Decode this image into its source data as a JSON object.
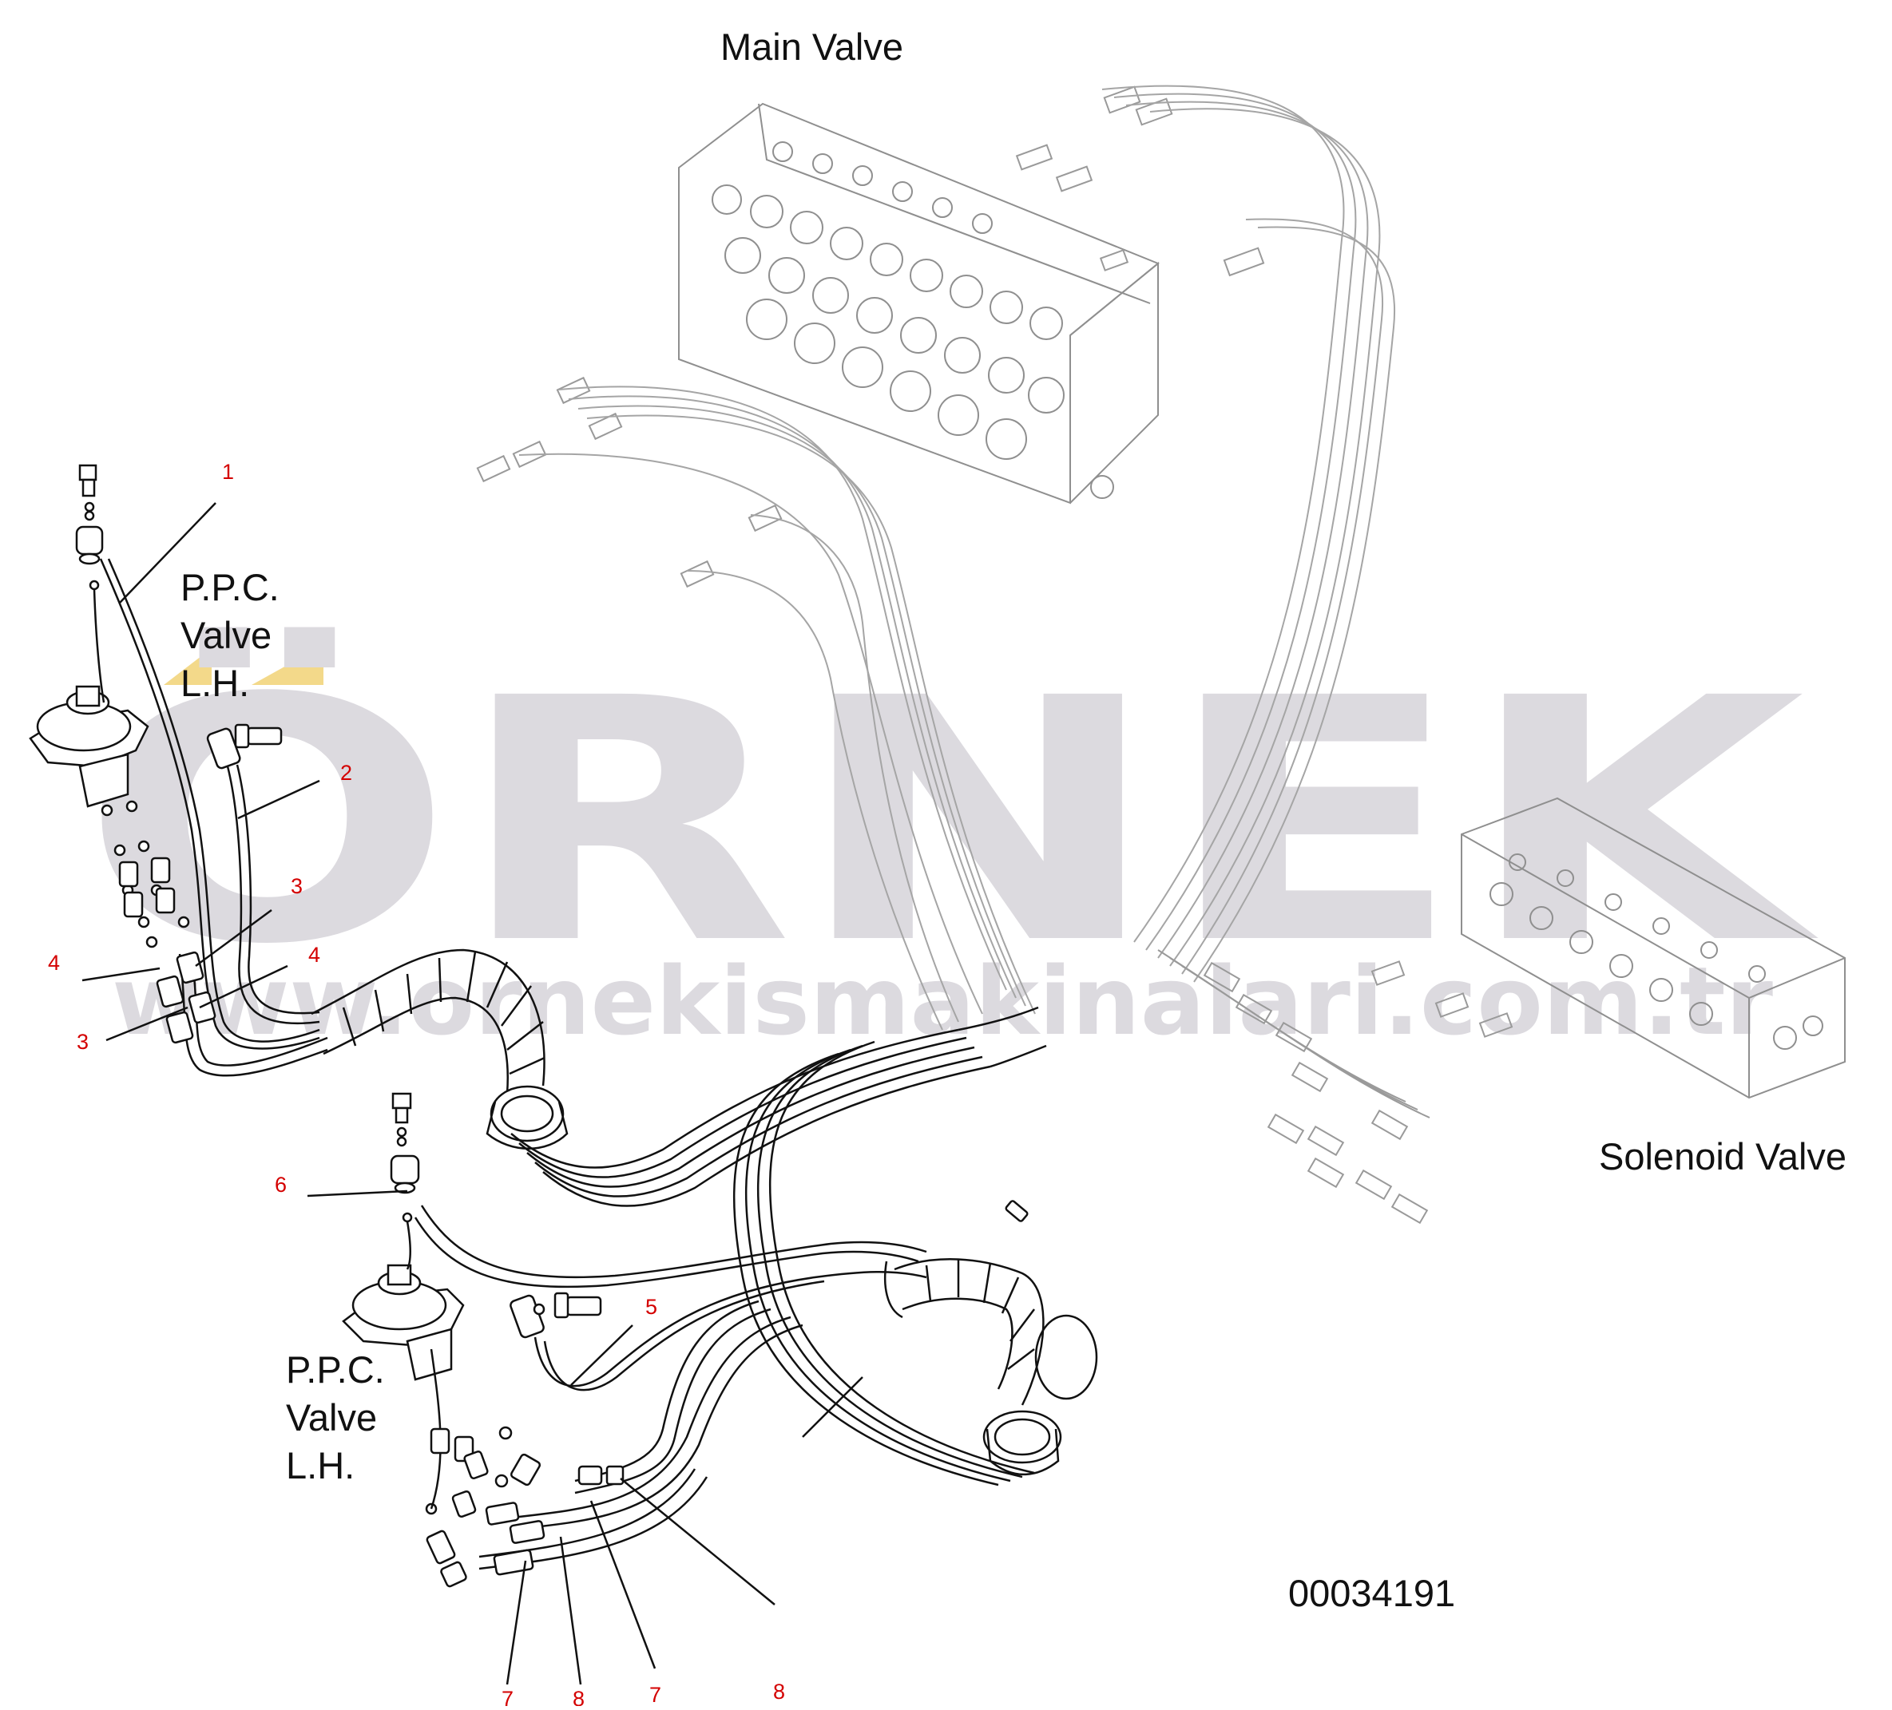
{
  "labels": {
    "main_valve": "Main Valve",
    "solenoid_valve": "Solenoid Valve",
    "ppc_upper_line1": "P.P.C.",
    "ppc_upper_line2": "Valve",
    "ppc_upper_line3": "L.H.",
    "ppc_lower_line1": "P.P.C.",
    "ppc_lower_line2": "Valve",
    "ppc_lower_line3": "L.H.",
    "drawing_number": "00034191"
  },
  "callouts": {
    "c1": "1",
    "c2": "2",
    "c3a": "3",
    "c4a": "4",
    "c4b": "4",
    "c3b": "3",
    "c6": "6",
    "c5": "5",
    "c7a": "7",
    "c8a": "8",
    "c7b": "7",
    "c8b": "8"
  },
  "watermark": {
    "brand": "ÖRNEK",
    "url": "www.ornekismakinalari.com.tr"
  },
  "colors": {
    "line": "#111111",
    "faint_line": "#9a9a9a",
    "callout": "#d40000",
    "watermark": "#dcdadf",
    "watermark_accent": "#f3d98a"
  }
}
